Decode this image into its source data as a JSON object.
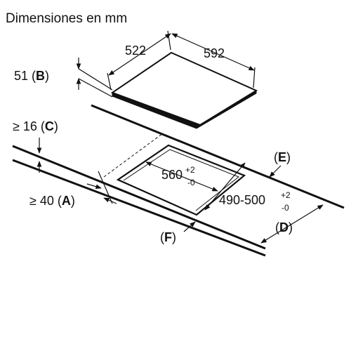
{
  "title": "Dimensiones en mm",
  "hob": {
    "depth": "522",
    "width": "592",
    "thickness": "51",
    "thickness_ref": "B"
  },
  "worktop": {
    "min_thickness": "≥ 16",
    "min_thickness_ref": "C",
    "front_distance": "≥ 40",
    "front_distance_ref": "A",
    "ref_d": "D",
    "ref_e": "E",
    "ref_f": "F"
  },
  "cutout": {
    "width_value": "560",
    "width_tol_plus": "+2",
    "width_tol_minus": "-0",
    "depth_value": "490-500",
    "depth_tol_plus": "+2",
    "depth_tol_minus": "-0"
  },
  "colors": {
    "ink": "#111111",
    "background": "#ffffff"
  }
}
